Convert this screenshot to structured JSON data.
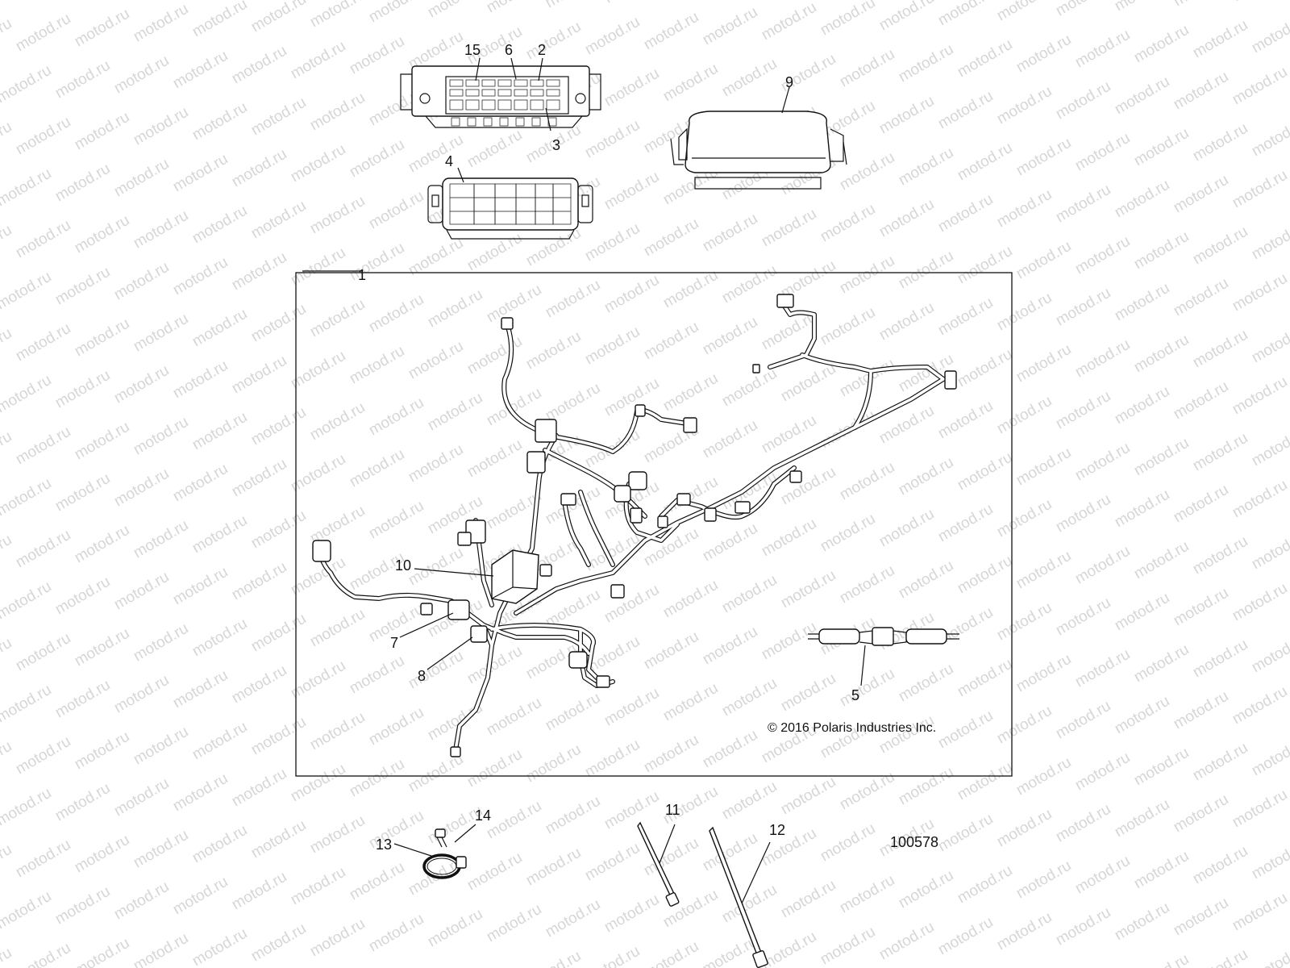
{
  "watermark": {
    "text": "motod.ru"
  },
  "callouts": {
    "c1": "1",
    "c2": "2",
    "c3": "3",
    "c4": "4",
    "c5": "5",
    "c6": "6",
    "c7": "7",
    "c8": "8",
    "c9": "9",
    "c10": "10",
    "c11": "11",
    "c12": "12",
    "c13": "13",
    "c14": "14",
    "c15": "15"
  },
  "copyright": "© 2016 Polaris Industries Inc.",
  "part_number": "100578"
}
